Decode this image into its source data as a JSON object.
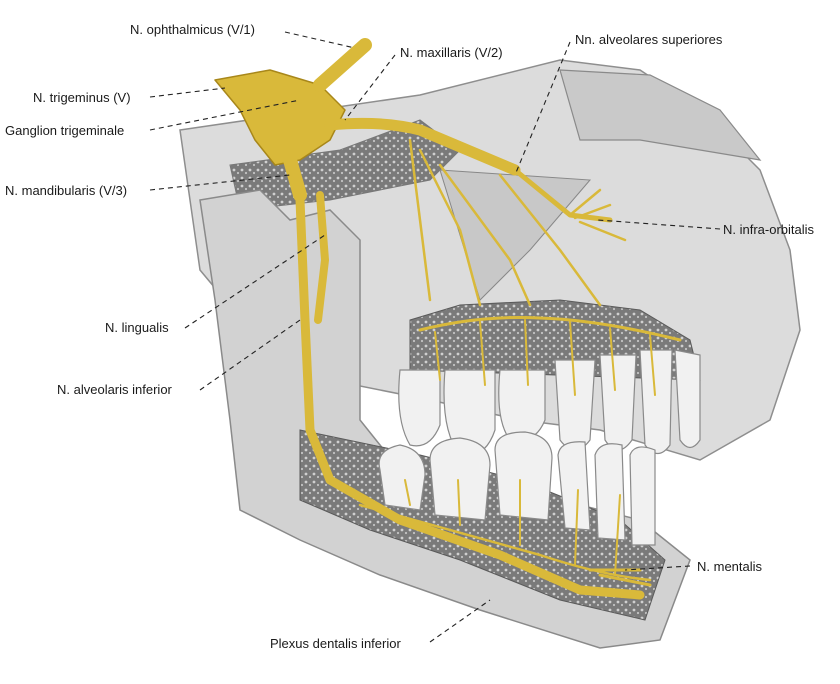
{
  "labels": {
    "ophthalmicus": "N. ophthalmicus (V/1)",
    "maxillaris": "N. maxillaris (V/2)",
    "alveolares_superiores": "Nn. alveolares superiores",
    "trigeminus": "N. trigeminus (V)",
    "ganglion": "Ganglion trigeminale",
    "mandibularis": "N. mandibularis (V/3)",
    "infra_orbitalis": "N. infra-orbitalis",
    "lingualis": "N. lingualis",
    "alveolaris_inferior": "N. alveolaris inferior",
    "mentalis": "N. mentalis",
    "plexus": "Plexus dentalis inferior"
  },
  "colors": {
    "nerve": "#d9b93a",
    "nerve_dark": "#a8871a",
    "bone": "#d6d6d6",
    "bone_shadow": "#9a9a9a",
    "cancellous": "#5a5a5a",
    "tooth": "#f1f1f1"
  }
}
